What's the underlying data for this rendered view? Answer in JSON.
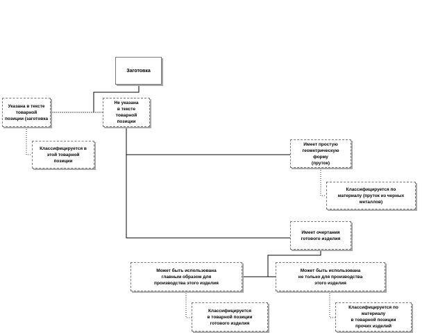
{
  "diagram": {
    "nodes": {
      "root": "Заготовка",
      "specified": "Указана в тексте\nтоварной\nпозиции (заготовка",
      "not_specified": "Не указана\nв тексте\nтоварной\nпозиции",
      "classified_this": "Классифицируется в\nэтой товарной\nпозиции",
      "simple_shape": "Имеет простую\nгеометрическую\nформу\n(пруток)",
      "classified_material": "Классифицируется по\nматериалу (пруток из черных\nметаллов)",
      "outline": "Имеет очертания\nготового изделия",
      "single_use": "Может быть использована\nглавным образом для\nпроизводства этого изделия",
      "multi_use": "Может быть использована\nне только для производства\nэтого изделия",
      "classified_finished": "Классифицируется\nв товарной позиции\nготового изделия",
      "classified_material_2": "Классифицируется по\nматериалу\nв товарной позиции\nпрочих изделий"
    }
  }
}
